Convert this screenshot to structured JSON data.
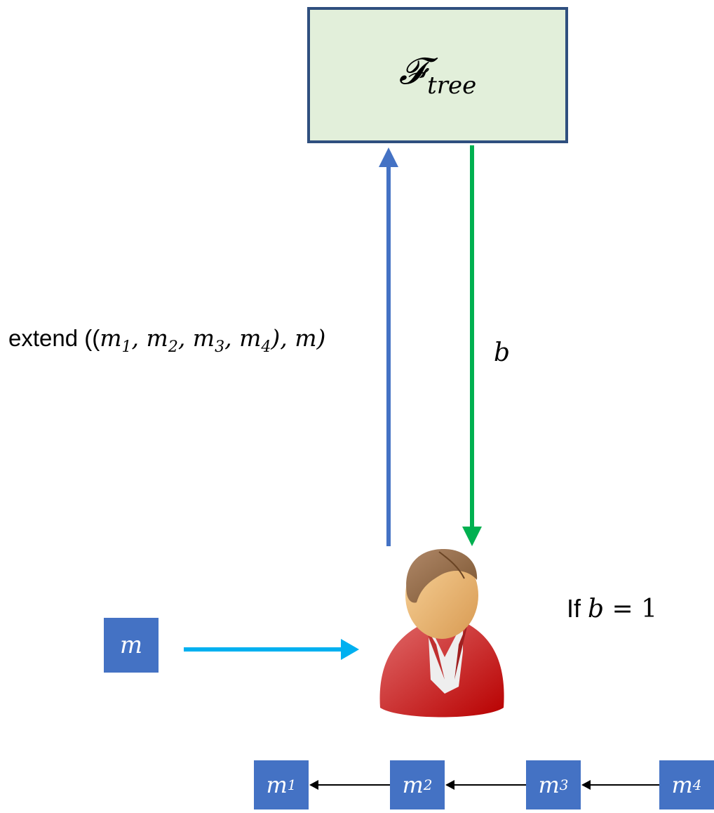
{
  "functionality": {
    "symbol": "𝓕",
    "subscript": "tree"
  },
  "extend_call": {
    "prefix": "extend ((",
    "items": [
      {
        "var": "m",
        "sub": "1"
      },
      {
        "var": "m",
        "sub": "2"
      },
      {
        "var": "m",
        "sub": "3"
      },
      {
        "var": "m",
        "sub": "4"
      }
    ],
    "separator": ", ",
    "middle": "), ",
    "last_var": "m",
    "suffix": ")"
  },
  "response": {
    "var": "b"
  },
  "condition": {
    "prefix": "If ",
    "var": "b",
    "rest": " = 1"
  },
  "input_block": {
    "var": "m"
  },
  "chain": [
    {
      "var": "m",
      "sub": "1"
    },
    {
      "var": "m",
      "sub": "2"
    },
    {
      "var": "m",
      "sub": "3"
    },
    {
      "var": "m",
      "sub": "4"
    }
  ],
  "colors": {
    "box_fill": "#e2efda",
    "box_border": "#2f4f7f",
    "up_arrow": "#4472c4",
    "down_arrow": "#00b050",
    "input_arrow": "#00b0f0",
    "block_fill": "#4472c4",
    "chain_arrow": "#000000"
  },
  "icons": {
    "user": "user-icon"
  }
}
